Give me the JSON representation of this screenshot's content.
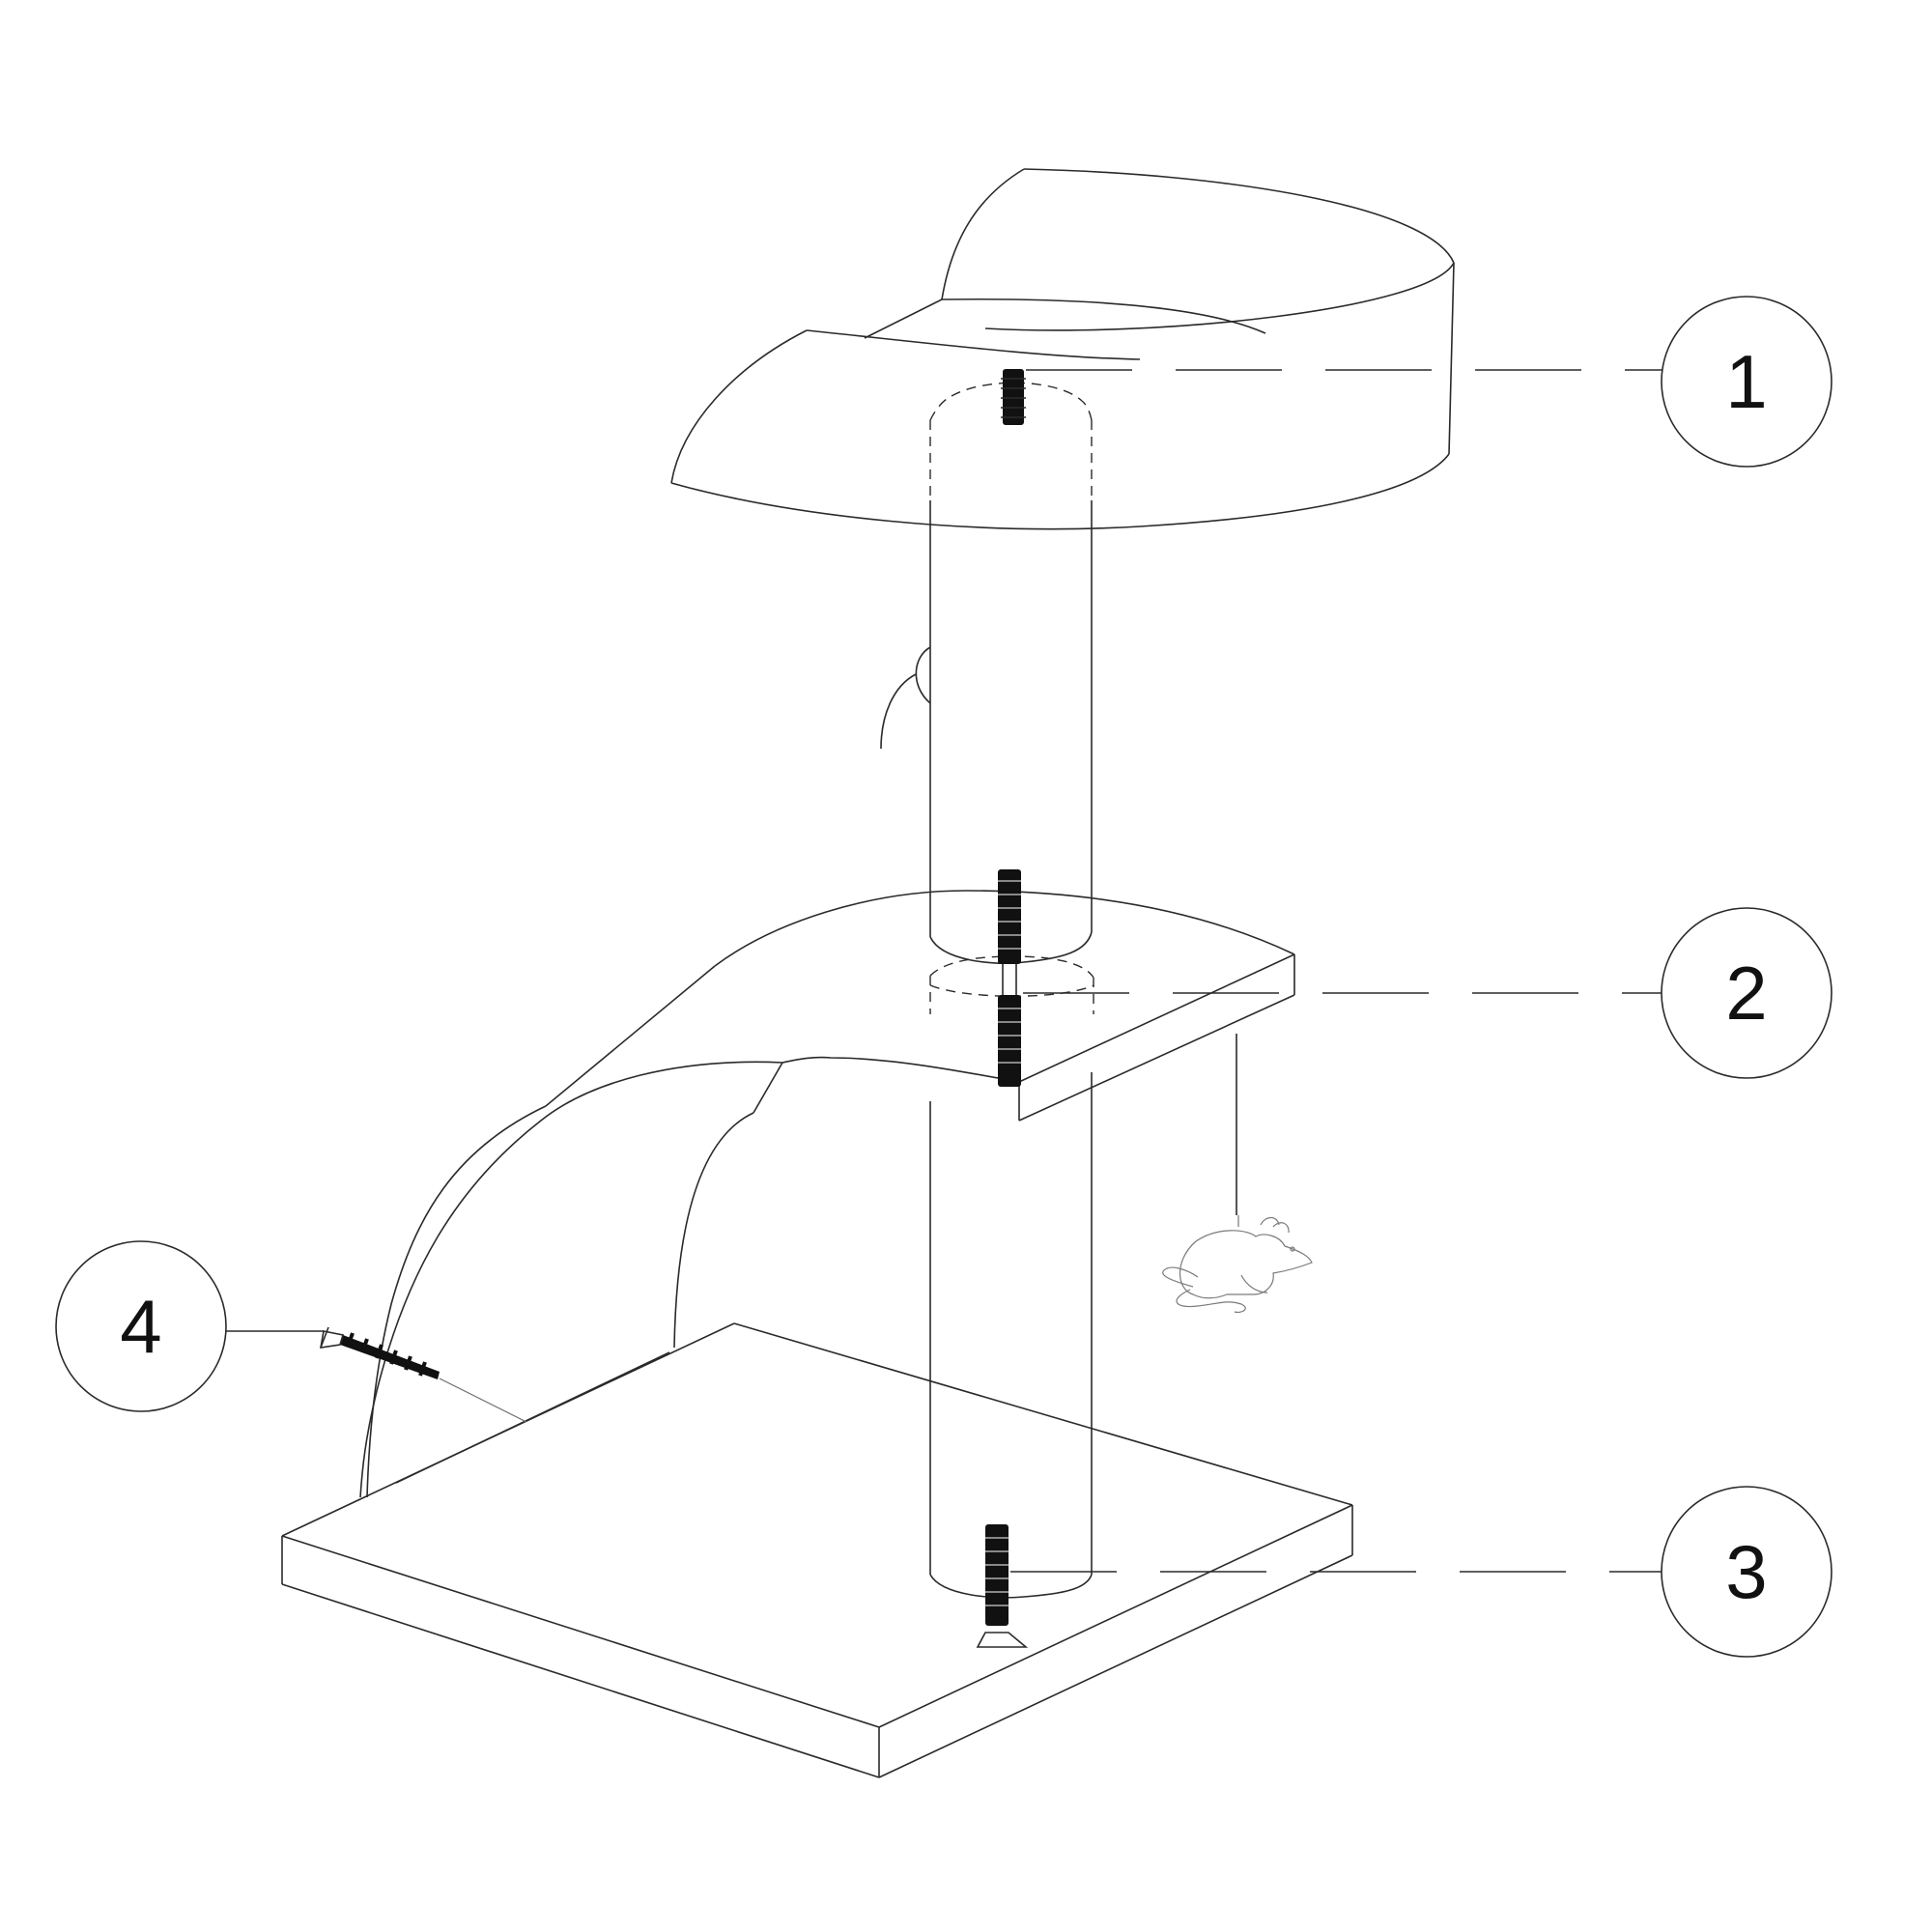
{
  "diagram": {
    "callouts": [
      {
        "id": "1",
        "label": "1"
      },
      {
        "id": "2",
        "label": "2"
      },
      {
        "id": "3",
        "label": "3"
      },
      {
        "id": "4",
        "label": "4"
      }
    ],
    "colors": {
      "line": "#2a2a2a",
      "hardware": "#111111",
      "background": "#ffffff"
    }
  }
}
